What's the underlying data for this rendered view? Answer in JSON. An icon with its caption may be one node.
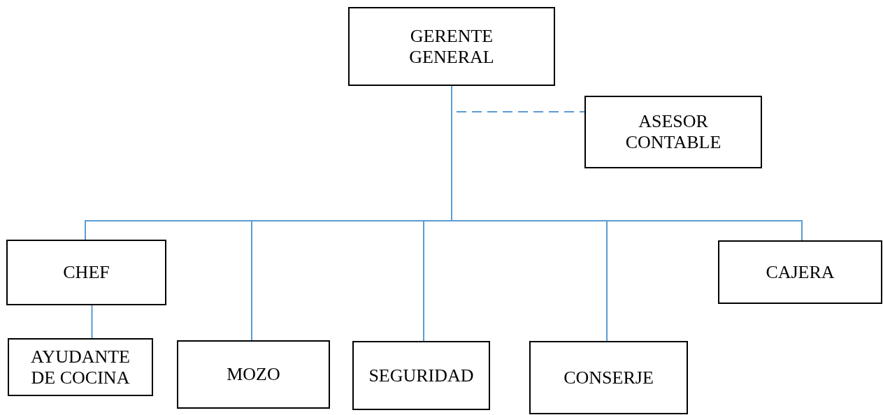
{
  "diagram": {
    "nodes": [
      {
        "text": [
          "GERENTE GENERAL"
        ]
      },
      {
        "text": [
          "ASESOR CONTABLE"
        ]
      },
      {
        "text": [
          "CHEF"
        ]
      },
      {
        "text": [
          "CAJERA"
        ]
      },
      {
        "text": [
          "AYUDANTE DE COCINA"
        ]
      },
      {
        "text": [
          "MOZO"
        ]
      },
      {
        "text": [
          "SEGURIDAD"
        ]
      },
      {
        "text": [
          "CONSERJE"
        ]
      }
    ],
    "edges": [
      {
        "from": 0,
        "to": 1,
        "arrow": "none",
        "style": "dashed"
      },
      {
        "from": 0,
        "to": 2,
        "arrow": "none"
      },
      {
        "from": 0,
        "to": 5,
        "arrow": "none"
      },
      {
        "from": 0,
        "to": 6,
        "arrow": "none"
      },
      {
        "from": 0,
        "to": 7,
        "arrow": "none"
      },
      {
        "from": 0,
        "to": 3,
        "arrow": "none"
      },
      {
        "from": 2,
        "to": 4,
        "arrow": "none"
      }
    ]
  }
}
